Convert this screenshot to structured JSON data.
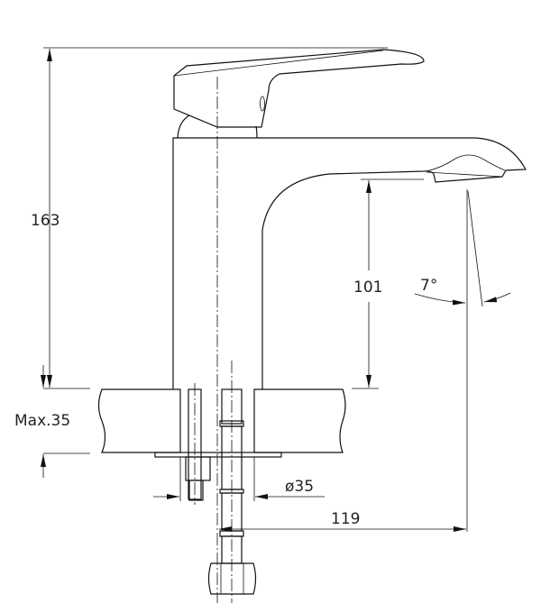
{
  "drawing": {
    "title": "Basin faucet dimension drawing",
    "dimensions": {
      "overall_height": "163",
      "spout_height": "101",
      "spout_angle": "7°",
      "counter_thickness": "Max.35",
      "hole_diameter": "ø35",
      "spout_reach": "119"
    }
  }
}
